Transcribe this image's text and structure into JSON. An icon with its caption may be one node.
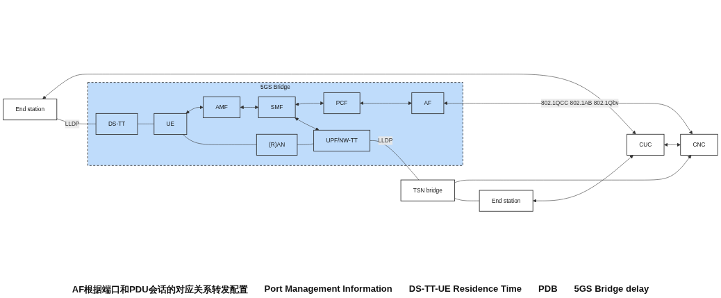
{
  "diagram": {
    "nodes": [
      {
        "text": [
          "5GS Bridge"
        ]
      },
      {
        "text": [
          "AMF"
        ],
        "in": 0
      },
      {
        "text": [
          "SMF"
        ],
        "in": 0
      },
      {
        "text": [
          "PCF"
        ],
        "in": 0
      },
      {
        "text": [
          "AF"
        ],
        "in": 0
      },
      {
        "text": [
          "DS-TT"
        ],
        "in": 0
      },
      {
        "text": [
          "UE"
        ],
        "in": 0
      },
      {
        "text": [
          "(R)AN"
        ],
        "in": 0
      },
      {
        "text": [
          "UPF/NW-TT"
        ],
        "in": 0
      },
      {
        "text": [
          "CUC"
        ]
      },
      {
        "text": [
          "CNC"
        ]
      },
      {
        "text": [
          "End station"
        ]
      },
      {
        "text": [
          "TSN bridge"
        ]
      },
      {
        "text": [
          "End station"
        ]
      }
    ],
    "edges": [
      {
        "from": 11,
        "to": 9,
        "arrow": "both"
      },
      {
        "from": 13,
        "to": 9,
        "arrow": "both"
      },
      {
        "from": 9,
        "to": 10,
        "arrow": "both"
      },
      {
        "from": 1,
        "to": 2,
        "arrow": "both"
      },
      {
        "from": 2,
        "to": 3,
        "arrow": "both"
      },
      {
        "from": 3,
        "to": 4,
        "arrow": "both"
      },
      {
        "from": 4,
        "to": 10,
        "arrow": "both",
        "label": "802.1QCC 802.1AB 802.1Qbv"
      },
      {
        "from": 6,
        "to": 1,
        "arrow": "both"
      },
      {
        "from": 2,
        "to": 8,
        "arrow": "both"
      },
      {
        "from": 12,
        "to": 10,
        "arrow": "to"
      },
      {
        "from": 11,
        "to": 5,
        "arrow": "none",
        "label": "LLDP"
      },
      {
        "from": 5,
        "to": 6,
        "arrow": "none"
      },
      {
        "from": 6,
        "to": 7,
        "arrow": "none"
      },
      {
        "from": 7,
        "to": 8,
        "arrow": "none"
      },
      {
        "from": 8,
        "to": 12,
        "arrow": "none",
        "label": "LLDP"
      },
      {
        "from": 12,
        "to": 13,
        "arrow": "none"
      }
    ],
    "labels": [
      "AF根据端口和PDU会话的对应关系转发配置",
      "Port Management Information",
      "DS-TT-UE Residence Time",
      "PDB",
      "5GS Bridge delay"
    ]
  }
}
